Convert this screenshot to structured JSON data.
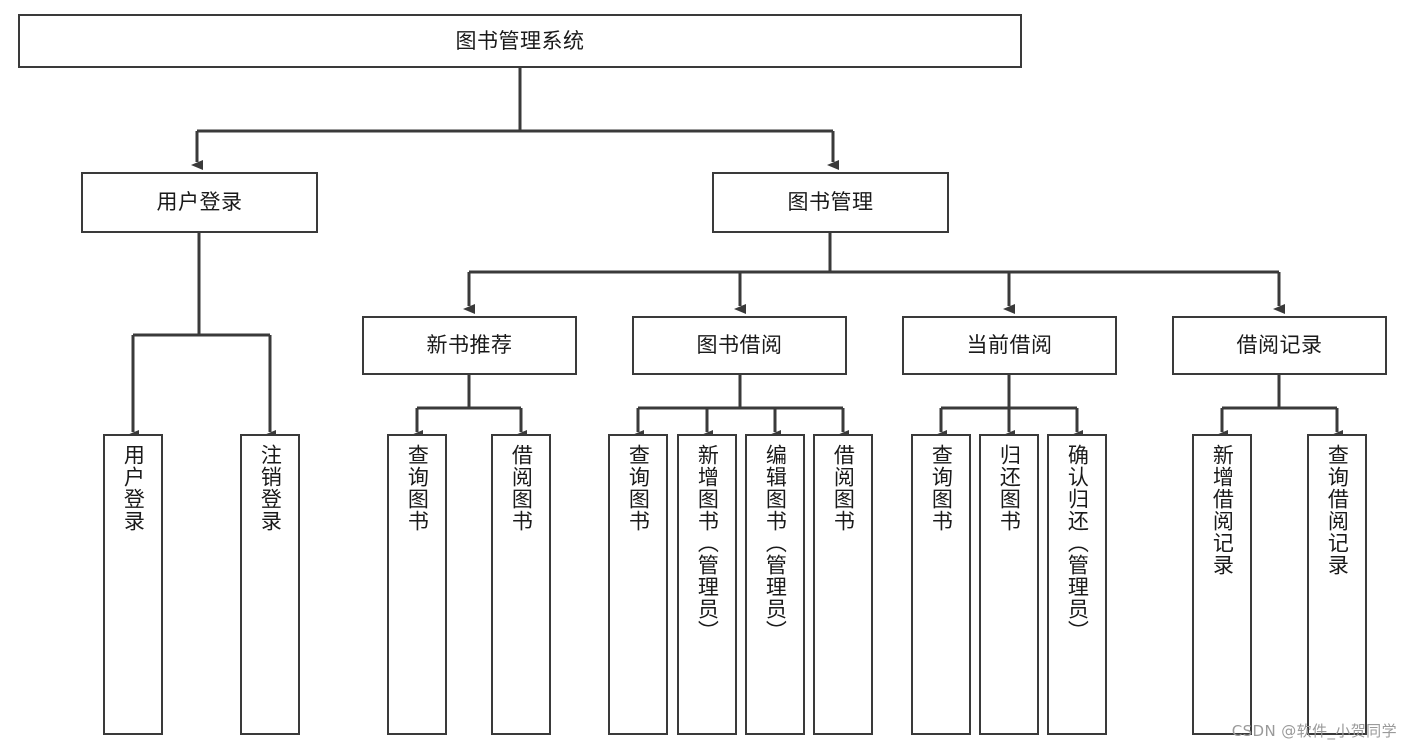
{
  "diagram": {
    "type": "tree",
    "title": "图书管理系统",
    "root": {
      "id": "root",
      "label": "图书管理系统"
    },
    "levels": {
      "branches": [
        {
          "id": "user-login",
          "label": "用户登录"
        },
        {
          "id": "book-manage",
          "label": "图书管理"
        }
      ],
      "groups": [
        {
          "id": "new-book-rec",
          "label": "新书推荐",
          "parent": "book-manage"
        },
        {
          "id": "book-borrow",
          "label": "图书借阅",
          "parent": "book-manage"
        },
        {
          "id": "current-borrow",
          "label": "当前借阅",
          "parent": "book-manage"
        },
        {
          "id": "borrow-record",
          "label": "借阅记录",
          "parent": "book-manage"
        }
      ],
      "leaves": [
        {
          "id": "leaf-user-login",
          "label": "用户登录",
          "parent": "user-login"
        },
        {
          "id": "leaf-logout",
          "label": "注销登录",
          "parent": "user-login"
        },
        {
          "id": "leaf-query-book-rec",
          "label": "查询图书",
          "parent": "new-book-rec"
        },
        {
          "id": "leaf-borrow-book-rec",
          "label": "借阅图书",
          "parent": "new-book-rec"
        },
        {
          "id": "leaf-query-book-borrow",
          "label": "查询图书",
          "parent": "book-borrow"
        },
        {
          "id": "leaf-add-book",
          "label": "新增图书（管理员）",
          "parent": "book-borrow"
        },
        {
          "id": "leaf-edit-book",
          "label": "编辑图书（管理员）",
          "parent": "book-borrow"
        },
        {
          "id": "leaf-borrow-book",
          "label": "借阅图书",
          "parent": "book-borrow"
        },
        {
          "id": "leaf-query-book-current",
          "label": "查询图书",
          "parent": "current-borrow"
        },
        {
          "id": "leaf-return-book",
          "label": "归还图书",
          "parent": "current-borrow"
        },
        {
          "id": "leaf-confirm-return",
          "label": "确认归还（管理员）",
          "parent": "current-borrow"
        },
        {
          "id": "leaf-add-record",
          "label": "新增借阅记录",
          "parent": "borrow-record"
        },
        {
          "id": "leaf-query-record",
          "label": "查询借阅记录",
          "parent": "borrow-record"
        }
      ]
    },
    "colors": {
      "stroke": "#3a3a3a",
      "fill": "#ffffff",
      "text": "#1a1a1a",
      "watermark": "#9a9a9a"
    }
  },
  "watermark": {
    "text": "CSDN @软件_小贺同学"
  }
}
